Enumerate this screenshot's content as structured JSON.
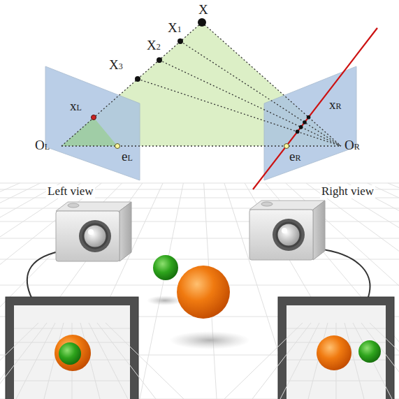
{
  "diagram": {
    "labels": [
      "X",
      "X1",
      "X2",
      "X3",
      "xL",
      "eL",
      "OL",
      "xR",
      "eR",
      "OR",
      "Left view",
      "Right view"
    ]
  }
}
